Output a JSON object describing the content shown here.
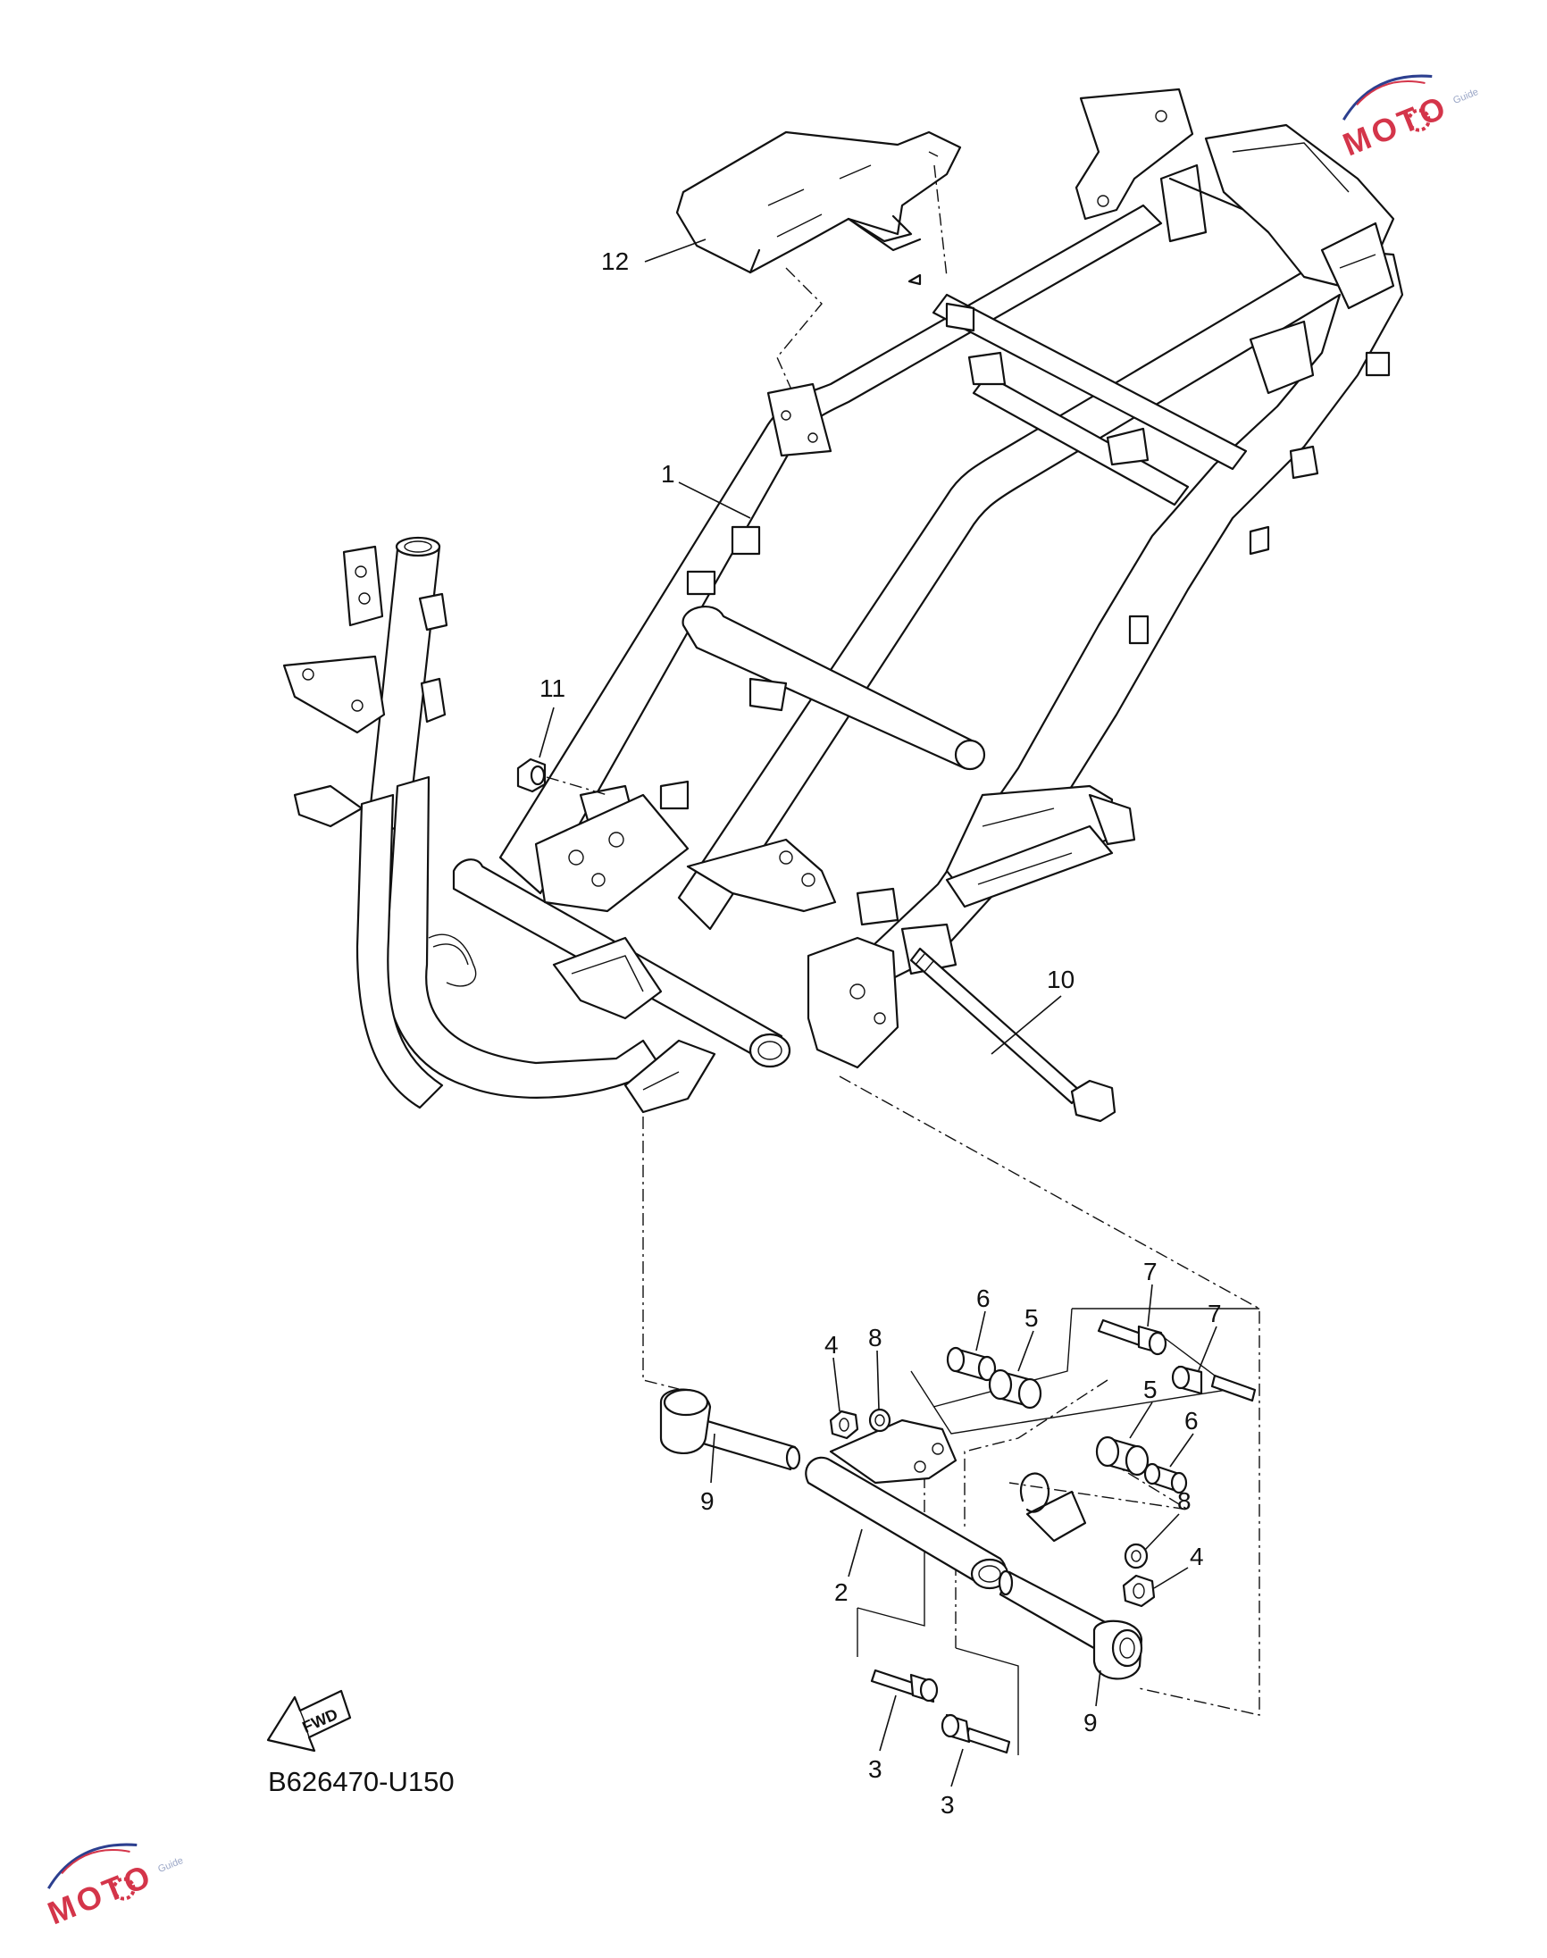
{
  "diagram_code": "B626470-U150",
  "fwd_label": "FWD",
  "watermark": {
    "text": "MOTO",
    "subtext": "Guide"
  },
  "callouts": [
    {
      "id": "c12",
      "label": "12"
    },
    {
      "id": "c1",
      "label": "1"
    },
    {
      "id": "c11",
      "label": "11"
    },
    {
      "id": "c10",
      "label": "10"
    },
    {
      "id": "c6a",
      "label": "6"
    },
    {
      "id": "c5a",
      "label": "5"
    },
    {
      "id": "c7a",
      "label": "7"
    },
    {
      "id": "c7b",
      "label": "7"
    },
    {
      "id": "c4a",
      "label": "4"
    },
    {
      "id": "c8a",
      "label": "8"
    },
    {
      "id": "c5b",
      "label": "5"
    },
    {
      "id": "c6b",
      "label": "6"
    },
    {
      "id": "c9a",
      "label": "9"
    },
    {
      "id": "c2",
      "label": "2"
    },
    {
      "id": "c8b",
      "label": "8"
    },
    {
      "id": "c4b",
      "label": "4"
    },
    {
      "id": "c9b",
      "label": "9"
    },
    {
      "id": "c3a",
      "label": "3"
    },
    {
      "id": "c3b",
      "label": "3"
    }
  ],
  "colors": {
    "line": "#111111",
    "watermark_red": "#d4354a",
    "watermark_blue": "#2c3f8f"
  }
}
